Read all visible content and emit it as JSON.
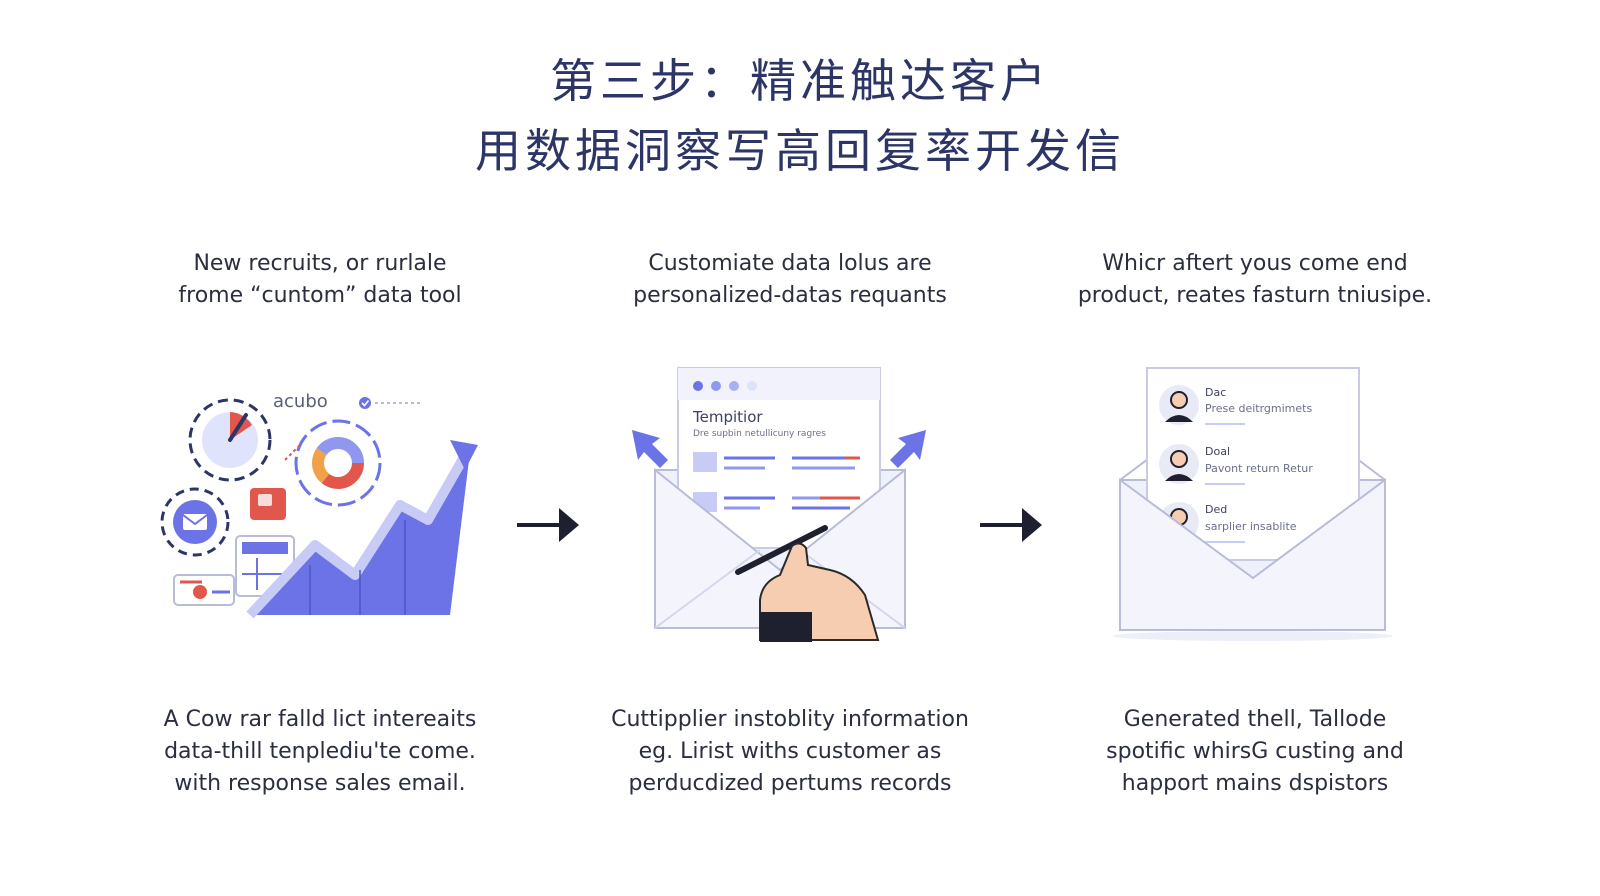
{
  "title": {
    "line1": "第三步：精准触达客户",
    "line2": "用数据洞察写高回复率开发信"
  },
  "columns": [
    {
      "top_lines": [
        "New recruits, or rurlale",
        "frome “cuntom” data tool"
      ],
      "bottom_lines": [
        "A Cow rar falld lict intereaits",
        "data-thill tenplediu'te come.",
        "with response sales email."
      ],
      "illustration_label": "acubo"
    },
    {
      "top_lines": [
        "Customiate data lolus are",
        "personalized-datas requants"
      ],
      "bottom_lines": [
        "Cuttipplier instoblity information",
        "eg. Lirist withs customer as",
        "perducdized pertums records"
      ],
      "doc_title": "Tempitior",
      "doc_subtitle": "Dre supbin netullicuny ragres"
    },
    {
      "top_lines": [
        "Whicr aftert yous come end",
        "product, reates fasturn tniusipe."
      ],
      "bottom_lines": [
        "Generated thell, Tallode",
        "spotific whirsG custing and",
        "happort mains dspistors"
      ],
      "cards": [
        {
          "name": "Dac",
          "text": "Prese deitrgmimets"
        },
        {
          "name": "Doal",
          "text": "Pavont return Retur"
        },
        {
          "name": "Ded",
          "text": "sarplier insablite"
        }
      ]
    }
  ],
  "colors": {
    "title": "#2c3566",
    "accent": "#6b73e6",
    "accent_light": "#e7e9fb",
    "red": "#e2574c",
    "orange": "#f0a14a"
  }
}
